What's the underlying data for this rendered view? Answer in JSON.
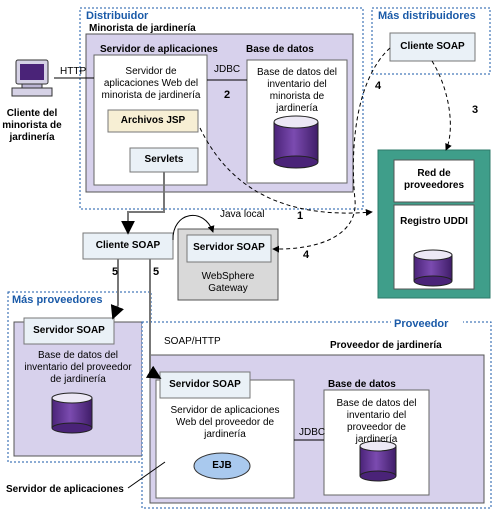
{
  "client": {
    "label": "Cliente del minorista de jardinería",
    "protocol": "HTTP"
  },
  "distributor": {
    "title": "Distribuidor",
    "retailer": "Minorista de jardinería",
    "app_server": {
      "title": "Servidor de aplicaciones",
      "app": "Servidor de aplicaciones Web del minorista de jardinería",
      "jsp": "Archivos JSP",
      "servlets": "Servlets"
    },
    "jdbc": "JDBC",
    "database": {
      "title": "Base de datos",
      "desc": "Base de datos del inventario del minorista de jardinería"
    }
  },
  "more_distributors": {
    "title": "Más distribuidores",
    "client": "Cliente SOAP"
  },
  "supplier_network": {
    "title": "Red de proveedores",
    "registry": "Registro UDDI"
  },
  "soap_client": "Cliente SOAP",
  "local_java": "Java local",
  "gateway": {
    "server": "Servidor SOAP",
    "label": "WebSphere Gateway"
  },
  "more_suppliers": {
    "title": "Más proveedores",
    "server": "Servidor SOAP",
    "db": "Base de datos del inventario del proveedor de jardinería"
  },
  "provider": {
    "title": "Proveedor",
    "name": "Proveedor de jardinería",
    "protocol": "SOAP/HTTP",
    "server": "Servidor SOAP",
    "app": "Servidor de aplicaciones Web del proveedor de jardinería",
    "ejb": "EJB",
    "jdbc": "JDBC",
    "database": {
      "title": "Base de datos",
      "desc": "Base de datos del inventario del proveedor de jardinería"
    }
  },
  "app_server_label": "Servidor de aplicaciones",
  "steps": [
    "1",
    "2",
    "3",
    "4",
    "4",
    "5",
    "5"
  ],
  "colors": {
    "lavender": "#d7d1ec",
    "teal": "#3f9e8a",
    "blue": "#1a5aa8",
    "purple": "#5b2d8c",
    "paleblue": "#eaf1f7"
  }
}
